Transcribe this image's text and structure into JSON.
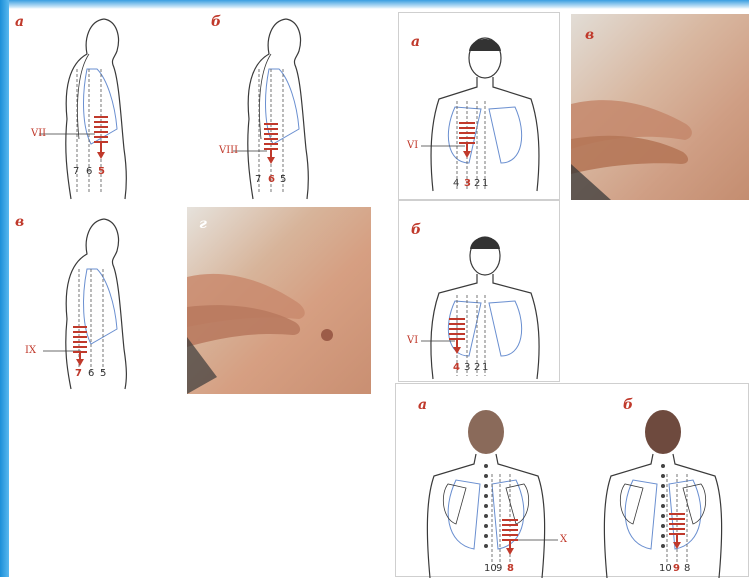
{
  "figure_side": {
    "a": {
      "letter": "а",
      "roman": "VII",
      "lines": [
        "7",
        "6",
        "5"
      ],
      "active": "5"
    },
    "b": {
      "letter": "б",
      "roman": "VIII",
      "lines": [
        "7",
        "6",
        "5"
      ],
      "active": "6"
    },
    "v": {
      "letter": "в",
      "roman": "IX",
      "lines": [
        "7",
        "6",
        "5"
      ],
      "active": "7"
    },
    "g": {
      "letter": "г"
    }
  },
  "figure_front": {
    "a": {
      "letter": "а",
      "roman": "VI",
      "lines": [
        "4",
        "3",
        "2",
        "1"
      ],
      "active": "3"
    },
    "b": {
      "letter": "б",
      "roman": "VI",
      "lines": [
        "4",
        "3",
        "2",
        "1"
      ],
      "active": "4"
    },
    "v": {
      "letter": "в"
    }
  },
  "figure_back": {
    "a": {
      "letter": "а",
      "roman": "X",
      "lines": [
        "10",
        "9",
        "8"
      ],
      "active": "8"
    },
    "b": {
      "letter": "б",
      "lines": [
        "10",
        "9",
        "8"
      ],
      "active": "9"
    }
  },
  "colors": {
    "accent_red": "#c0392b",
    "lung_blue": "#6a8fd0",
    "skin": "#d9a68a",
    "frame_blue": "#1c8fd8"
  }
}
